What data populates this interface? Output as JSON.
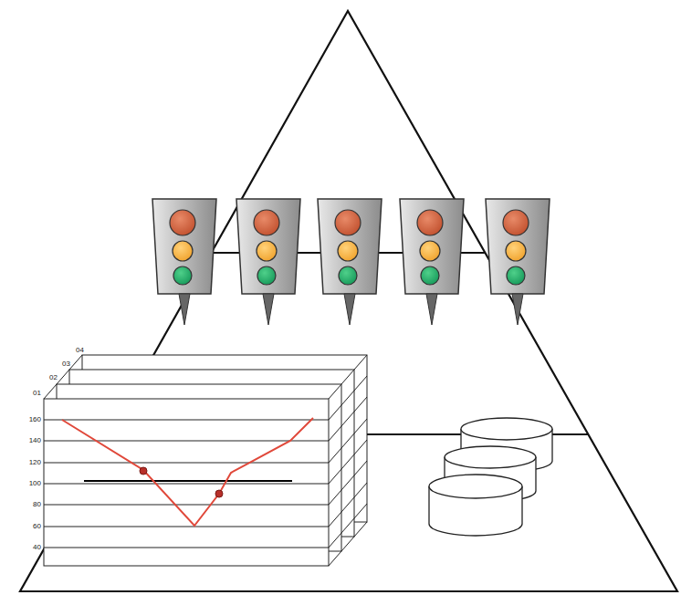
{
  "diagram": {
    "labels": [
      "04",
      "03",
      "02",
      "01",
      "160",
      "140",
      "120",
      "100",
      "80",
      "60",
      "40"
    ]
  }
}
